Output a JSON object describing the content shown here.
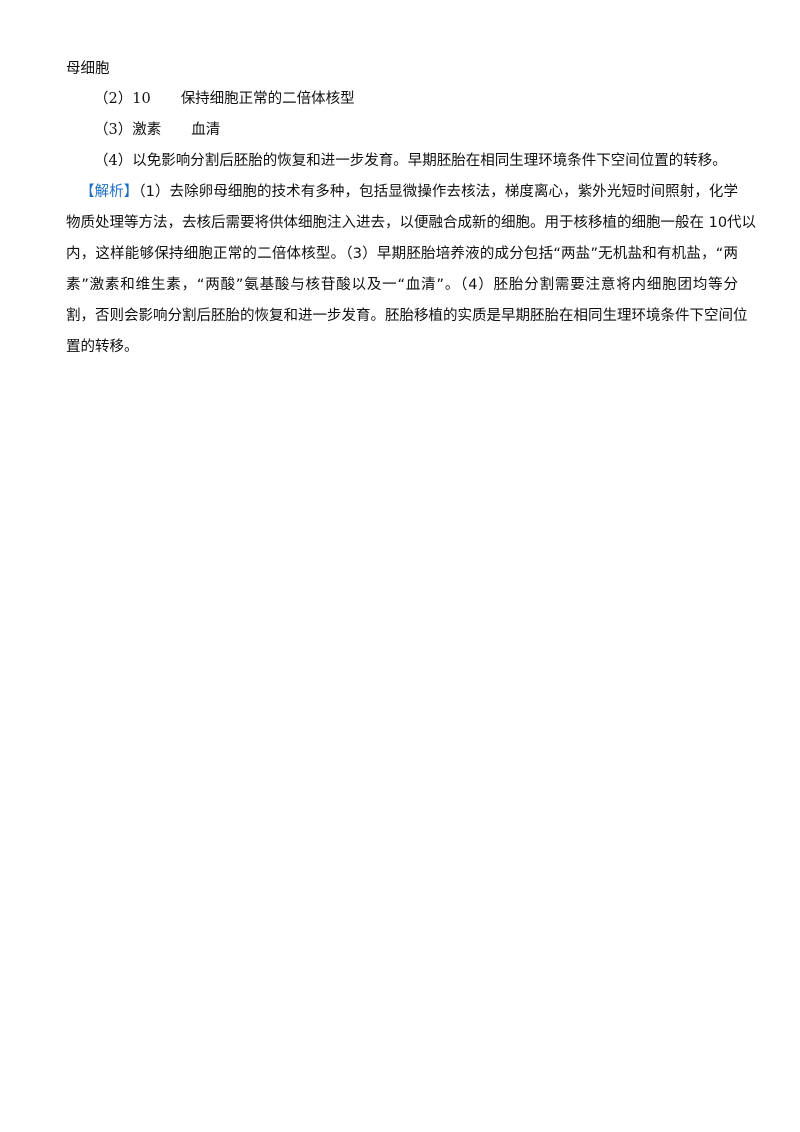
{
  "answer": {
    "prev_fragment": "母细胞",
    "q2_label": "（2）",
    "q2_answer_a": "10",
    "q2_answer_b": "保持细胞正常的二倍体核型",
    "q3_label": "（3）",
    "q3_answer_a": "激素",
    "q3_answer_b": "血清",
    "q4_label": "（4）",
    "q4_answer": "以免影响分割后胚胎的恢复和进一步发育。早期胚胎在相同生理环境条件下空间位置的转移。"
  },
  "analysis": {
    "tag": "【解析】",
    "lines": [
      "（1）去除卵母细胞的技术有多种，包括显微操作去核法，梯度离心，紫外光短时间照射，化学",
      "物质处理等方法，去核后需要将供体细胞注入进去，以便融合成新的细胞。用于核移植的细胞一般在 10代以",
      "内，这样能够保持细胞正常的二倍体核型。（3）早期胚胎培养液的成分包括“两盐”无机盐和有机盐，“两",
      "素”激素和维生素，“两酸”氨基酸与核苷酸以及一“血清”。（4）胚胎分割需要注意将内细胞团均等分",
      "割，否则会影响分割后胚胎的恢复和进一步发育。胚胎移植的实质是早期胚胎在相同生理环境条件下空间位",
      "置的转移。"
    ]
  }
}
